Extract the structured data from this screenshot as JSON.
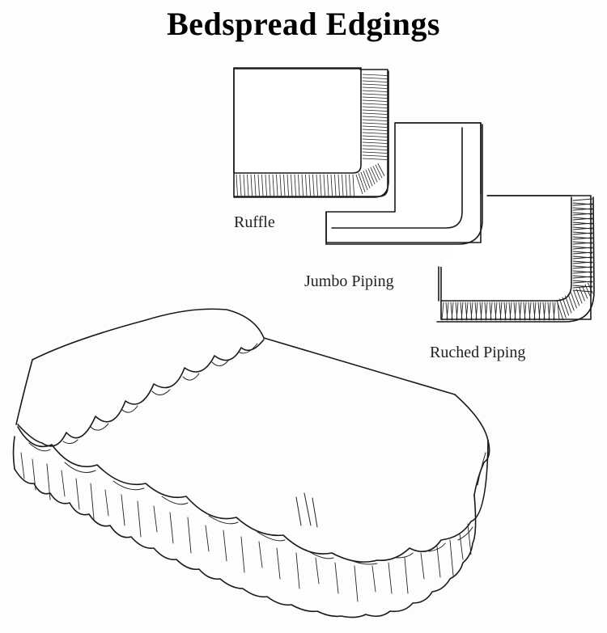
{
  "title": "Bedspread Edgings",
  "labels": {
    "ruffle": "Ruffle",
    "jumbo_piping": "Jumbo Piping",
    "ruched_piping": "Ruched Piping"
  },
  "illustrations": [
    {
      "name": "ruffle-swatch",
      "label": "Ruffle"
    },
    {
      "name": "jumbo-piping-swatch",
      "label": "Jumbo Piping"
    },
    {
      "name": "ruched-piping-swatch",
      "label": "Ruched Piping"
    },
    {
      "name": "bedspread-drawing",
      "label": ""
    }
  ]
}
